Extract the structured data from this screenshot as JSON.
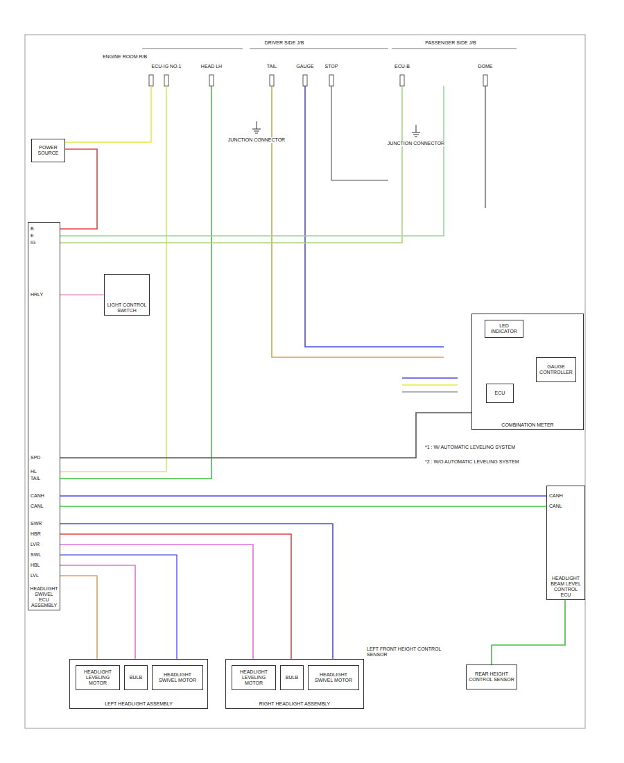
{
  "diagram": {
    "nodes": [
      {
        "text": [
          "POWER SOURCE"
        ]
      },
      {
        "text": [
          "LIGHT CONTROL SWITCH"
        ]
      },
      {
        "text": [
          "HEADLIGHT SWIVEL ECU ASSEMBLY"
        ]
      },
      {
        "text": [
          "COMBINATION METER"
        ]
      },
      {
        "text": [
          "LED INDICATOR"
        ],
        "in": 3
      },
      {
        "text": [
          "ECU"
        ],
        "in": 3
      },
      {
        "text": [
          "GAUGE CONTROLLER"
        ],
        "in": 3
      },
      {
        "text": [
          "HEADLIGHT BEAM LEVEL CONTROL ECU"
        ]
      },
      {
        "text": [
          "LEFT HEADLIGHT ASSEMBLY"
        ]
      },
      {
        "text": [
          "HEADLIGHT LEVELING MOTOR"
        ],
        "in": 8
      },
      {
        "text": [
          "BULB"
        ],
        "in": 8
      },
      {
        "text": [
          "HEADLIGHT SWIVEL MOTOR"
        ],
        "in": 8
      },
      {
        "text": [
          "RIGHT HEADLIGHT ASSEMBLY"
        ]
      },
      {
        "text": [
          "HEADLIGHT LEVELING MOTOR"
        ],
        "in": 12
      },
      {
        "text": [
          "BULB"
        ],
        "in": 12
      },
      {
        "text": [
          "HEADLIGHT SWIVEL MOTOR"
        ],
        "in": 12
      },
      {
        "text": [
          "REAR HEIGHT CONTROL SENSOR"
        ]
      }
    ],
    "edges": [
      {
        "from": 0,
        "to": 2,
        "arrow": "none"
      },
      {
        "from": 1,
        "to": 2,
        "arrow": "none"
      },
      {
        "from": 2,
        "to": 3,
        "arrow": "none"
      },
      {
        "from": 2,
        "to": 7,
        "arrow": "none"
      },
      {
        "from": 2,
        "to": 7,
        "arrow": "none"
      },
      {
        "from": 2,
        "to": 15,
        "arrow": "none"
      },
      {
        "from": 2,
        "to": 14,
        "arrow": "none"
      },
      {
        "from": 2,
        "to": 13,
        "arrow": "none"
      },
      {
        "from": 2,
        "to": 11,
        "arrow": "none"
      },
      {
        "from": 2,
        "to": 10,
        "arrow": "none"
      },
      {
        "from": 2,
        "to": 9,
        "arrow": "none"
      },
      {
        "from": 7,
        "to": 16,
        "arrow": "none"
      }
    ],
    "labels": [
      "ENGINE ROOM R/B",
      "ECU-IG NO.1",
      "HEAD LH",
      "DRIVER SIDE J/B",
      "TAIL",
      "GAUGE",
      "STOP",
      "PASSENGER SIDE J/B",
      "ECU-B",
      "DOME",
      "JUNCTION CONNECTOR",
      "JUNCTION CONNECTOR",
      "*1 : W/ AUTOMATIC LEVELING SYSTEM",
      "*2 : W/O AUTOMATIC LEVELING SYSTEM",
      "LEFT FRONT HEIGHT CONTROL SENSOR",
      "B",
      "E",
      "IG",
      "HRLY",
      "SPD",
      "HL",
      "TAIL",
      "CANH",
      "CANL",
      "SWR",
      "HBR",
      "LVR",
      "SWL",
      "HBL",
      "LVL",
      "CANH",
      "CANL"
    ]
  }
}
